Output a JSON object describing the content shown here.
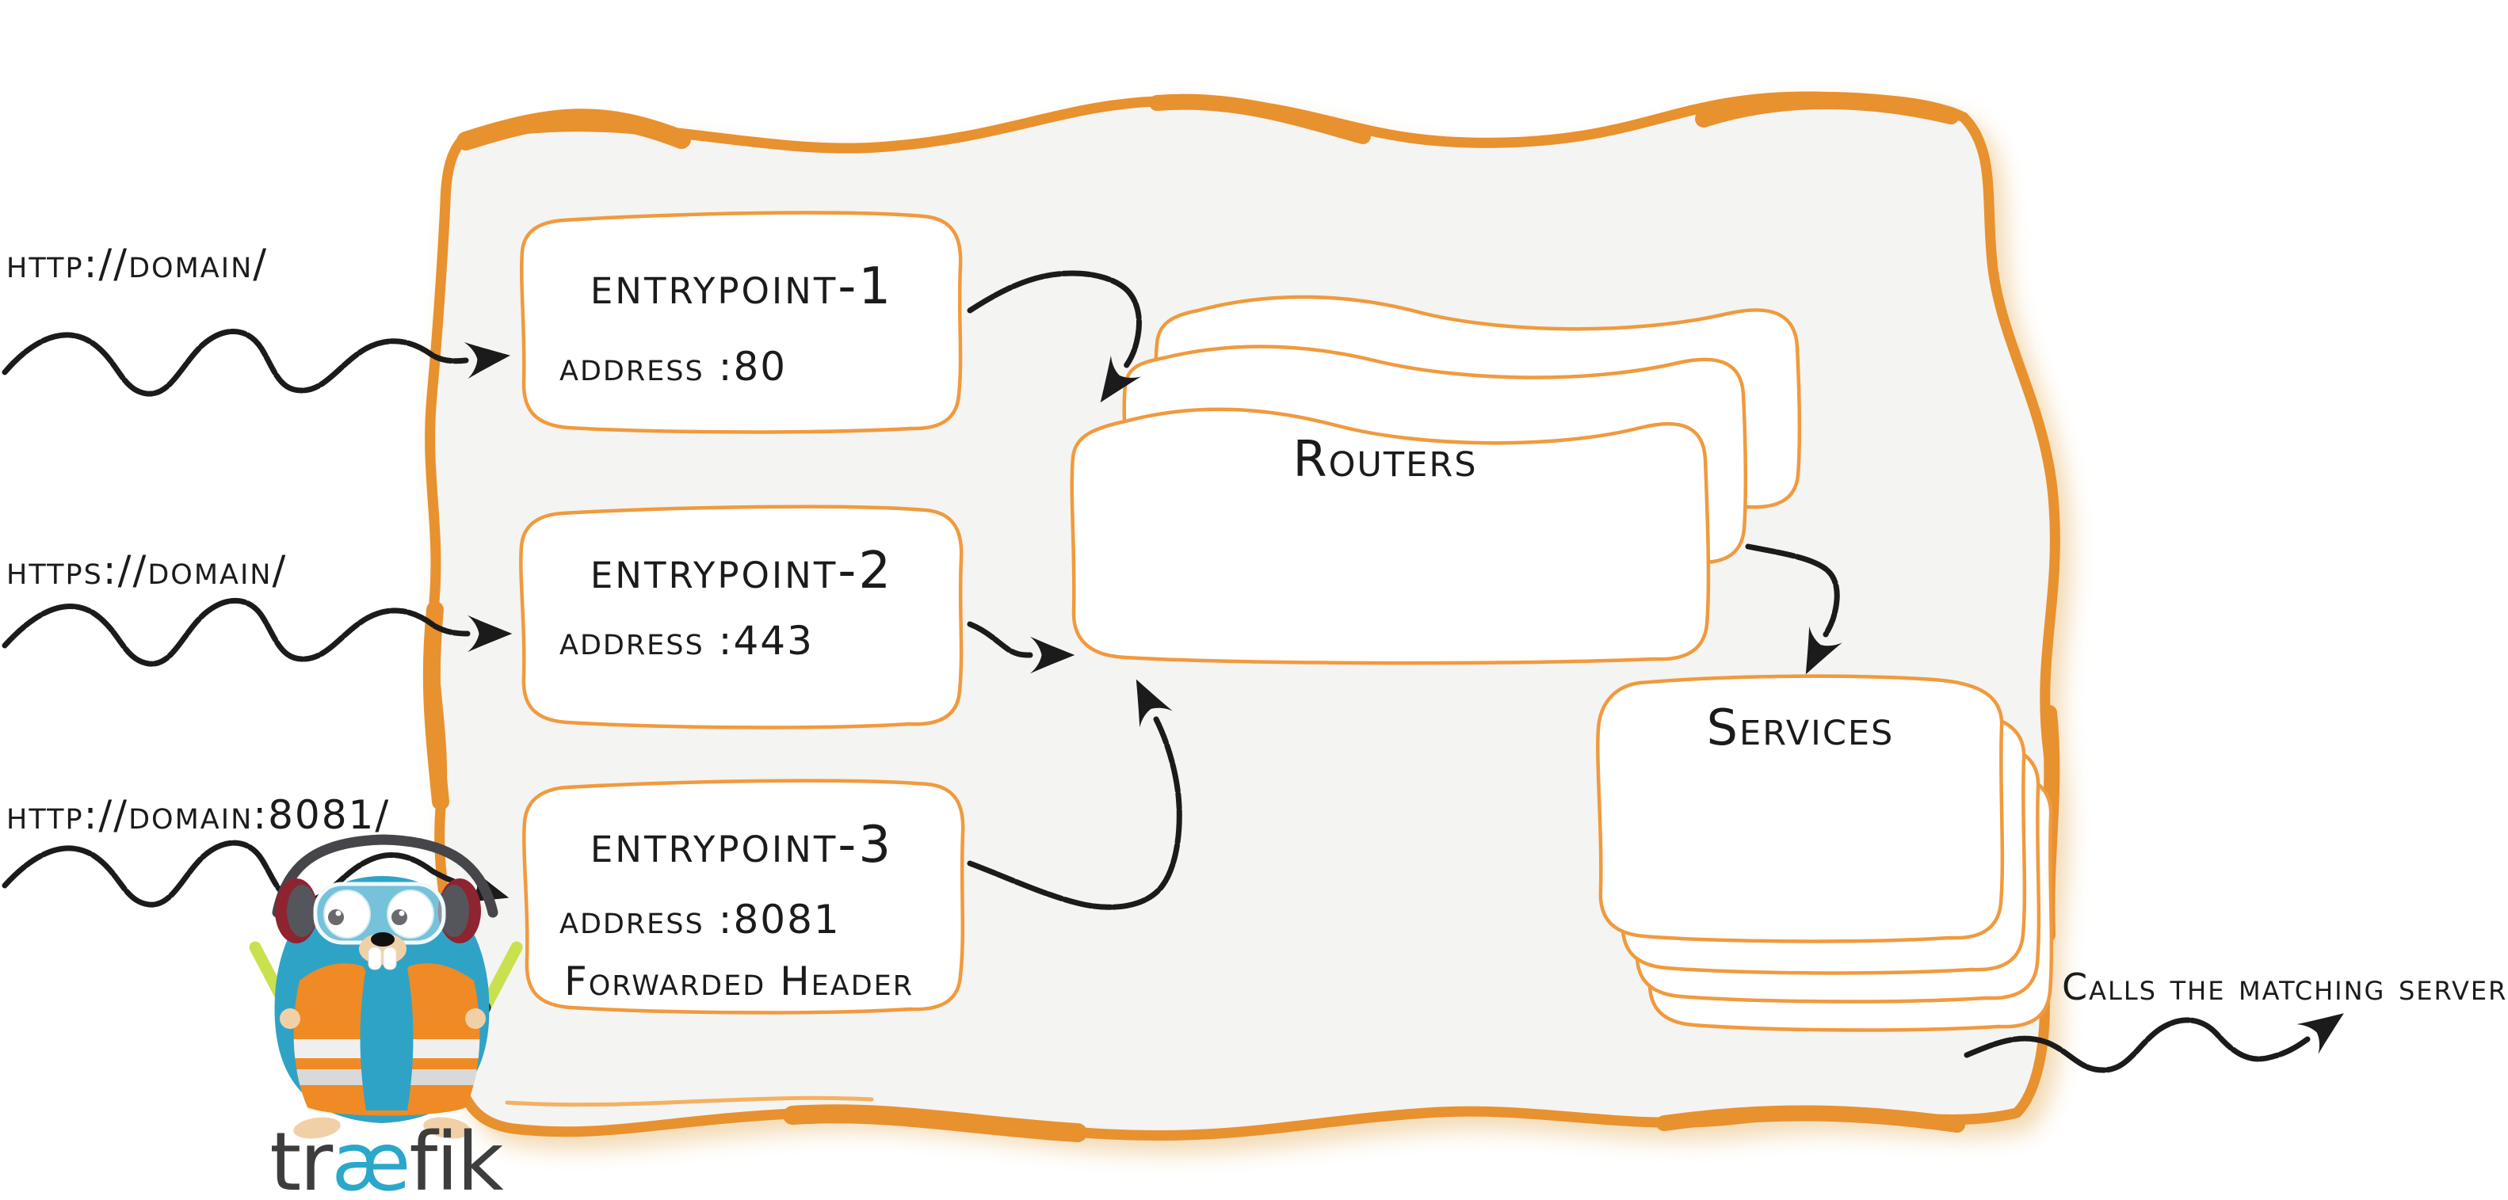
{
  "colors": {
    "orange_border": "#e8912f",
    "orange_box": "#f09a3e",
    "container_fill": "#f4f4f2",
    "box_fill": "#ffffff",
    "ink": "#1b1b1b",
    "mascot_blue": "#2fa3c6",
    "vest_orange": "#f08a24",
    "glow_green": "#c9e14e",
    "skin_beige": "#f2d0a7",
    "headset_gray": "#55565c",
    "headset_maroon": "#8e2430",
    "wordmark_dark": "#3d3d3d",
    "wordmark_teal": "#2aa7c9"
  },
  "requests": [
    {
      "label": "http://domain/"
    },
    {
      "label": "https://domain/"
    },
    {
      "label": "http://domain:8081/"
    }
  ],
  "entrypoints": [
    {
      "title": "entrypoint-1",
      "address": "address :80"
    },
    {
      "title": "entrypoint-2",
      "address": "address :443"
    },
    {
      "title": "entrypoint-3",
      "address": "address :8081",
      "extra": "Forwarded Header"
    }
  ],
  "routers": {
    "label": "Routers"
  },
  "services": {
    "label": "Services"
  },
  "outbound": {
    "label": "Calls the matching server"
  },
  "brand": {
    "wordmark_pre": "tr",
    "wordmark_ae": "æ",
    "wordmark_post": "fik"
  }
}
